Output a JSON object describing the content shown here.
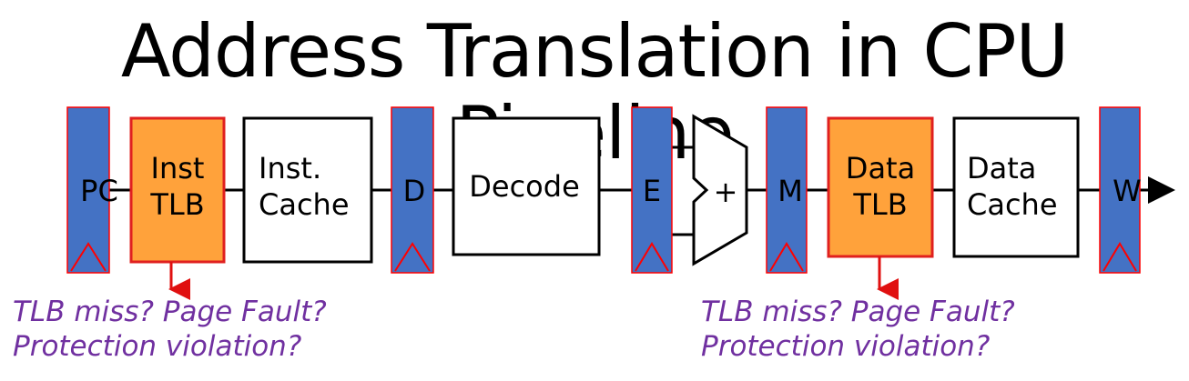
{
  "title": "Address Translation in CPU Pipeline",
  "registers": {
    "pc": "PC",
    "d": "D",
    "e": "E",
    "m": "M",
    "w": "W"
  },
  "blocks": {
    "inst_tlb": [
      "Inst",
      "TLB"
    ],
    "inst_cache": [
      "Inst.",
      "Cache"
    ],
    "decode": "Decode",
    "alu": "+",
    "data_tlb": [
      "Data",
      "TLB"
    ],
    "data_cache": [
      "Data",
      "Cache"
    ]
  },
  "notes": {
    "left": [
      "TLB miss? Page Fault?",
      "Protection violation?"
    ],
    "right": [
      "TLB miss? Page Fault?",
      "Protection violation?"
    ]
  },
  "colors": {
    "register_fill": "#4472c4",
    "register_edge": "#ff0000",
    "tlb_fill": "#ffa23b",
    "tlb_border": "#e0201f",
    "note_text": "#7030a0",
    "note_arrow": "#e01010"
  }
}
